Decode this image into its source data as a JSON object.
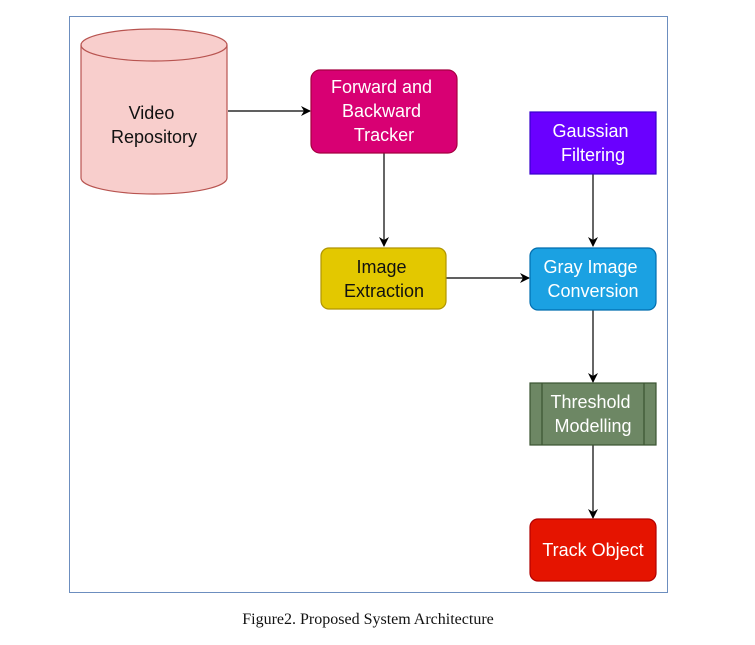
{
  "nodes": {
    "video_repository": {
      "lines": [
        "Video",
        "Repository"
      ],
      "fill": "#f8cecc",
      "stroke": "#b85450",
      "shape": "cylinder"
    },
    "tracker": {
      "lines": [
        "Forward and",
        "Backward",
        "Tracker"
      ],
      "fill": "#d80073",
      "stroke": "#a50040",
      "shape": "rounded-rectangle"
    },
    "image_extraction": {
      "lines": [
        "Image",
        "Extraction"
      ],
      "fill": "#e3c800",
      "stroke": "#b09500",
      "shape": "rounded-rectangle"
    },
    "gaussian_filtering": {
      "lines": [
        "Gaussian",
        "Filtering"
      ],
      "fill": "#6a00ff",
      "stroke": "#3700cc",
      "shape": "rectangle"
    },
    "gray_image_conversion": {
      "lines": [
        "Gray Image",
        "Conversion"
      ],
      "fill": "#1ba1e2",
      "stroke": "#006eaf",
      "shape": "rounded-rectangle"
    },
    "threshold_modelling": {
      "lines": [
        "Threshold",
        "Modelling"
      ],
      "fill": "#6d8764",
      "stroke": "#3a5431",
      "shape": "process"
    },
    "track_object": {
      "lines": [
        "Track Object"
      ],
      "fill": "#e51400",
      "stroke": "#b20000",
      "shape": "rounded-rectangle"
    }
  },
  "edges": [
    {
      "from": "Video Repository",
      "to": "Forward and Backward Tracker"
    },
    {
      "from": "Forward and Backward Tracker",
      "to": "Image Extraction"
    },
    {
      "from": "Image Extraction",
      "to": "Gray Image Conversion"
    },
    {
      "from": "Gaussian Filtering",
      "to": "Gray Image Conversion"
    },
    {
      "from": "Gray Image Conversion",
      "to": "Threshold Modelling"
    },
    {
      "from": "Threshold Modelling",
      "to": "Track Object"
    }
  ],
  "colors": {
    "frame_border": "#6c8ebf",
    "arrow": "#000000"
  },
  "caption": "Figure2. Proposed System Architecture"
}
